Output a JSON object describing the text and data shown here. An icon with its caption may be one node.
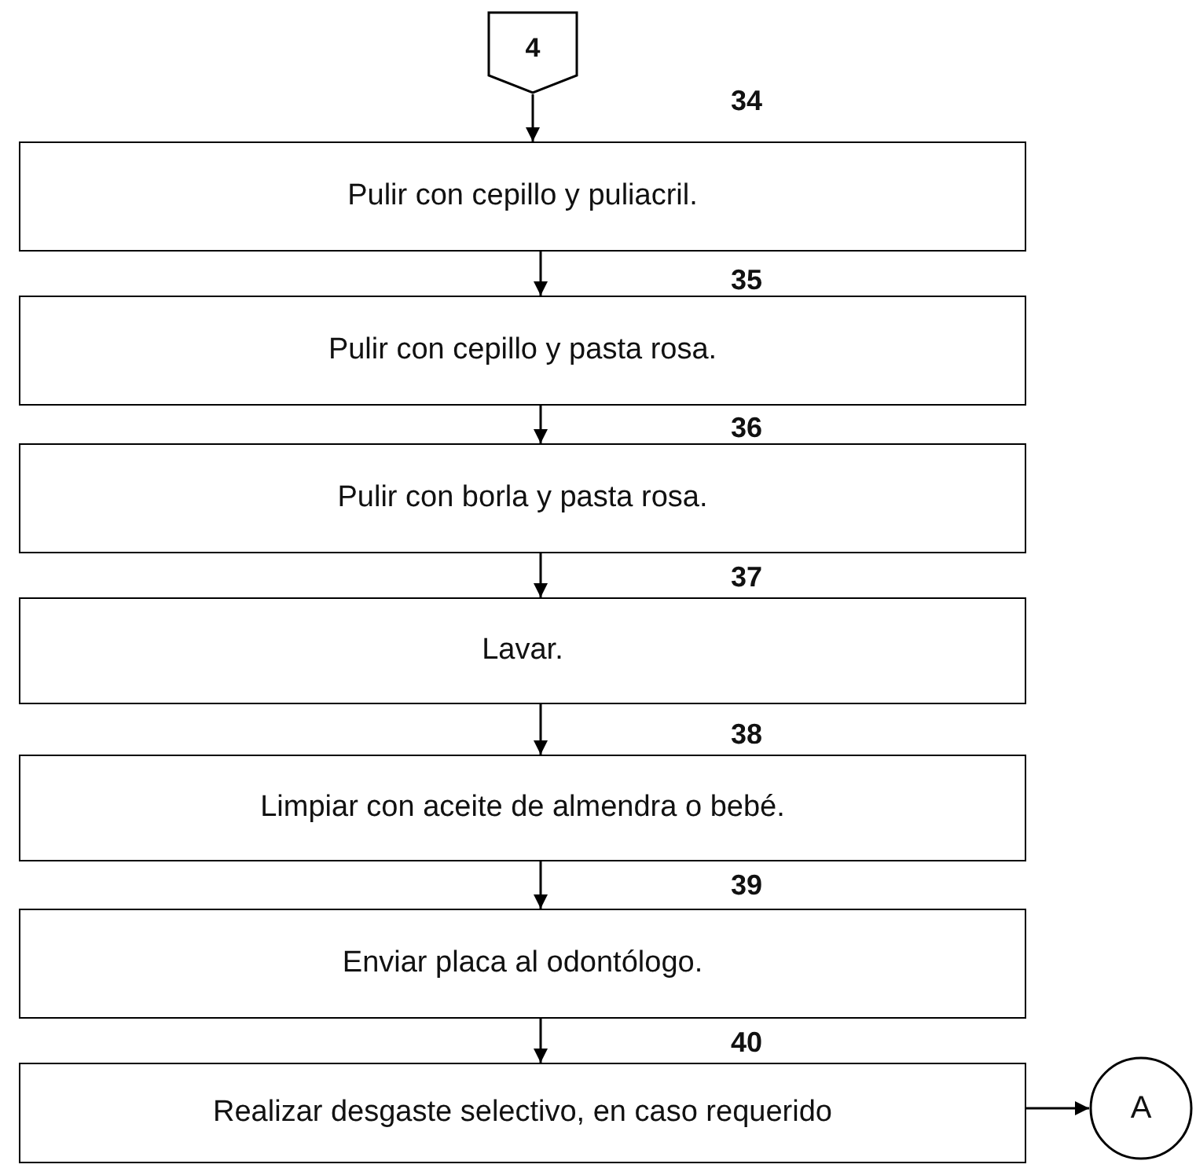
{
  "diagram": {
    "nodes": [
      {
        "text": [
          "4"
        ]
      },
      {
        "text": [
          "Pulir con cepillo y puliacril."
        ],
        "beside": [
          "34"
        ]
      },
      {
        "text": [
          "Pulir con cepillo y pasta rosa."
        ],
        "beside": [
          "35"
        ]
      },
      {
        "text": [
          "Pulir con borla y pasta rosa."
        ],
        "beside": [
          "36"
        ]
      },
      {
        "text": [
          "Lavar."
        ],
        "beside": [
          "37"
        ]
      },
      {
        "text": [
          "Limpiar con aceite de almendra o bebé."
        ],
        "beside": [
          "38"
        ]
      },
      {
        "text": [
          "Enviar placa al odontólogo."
        ],
        "beside": [
          "39"
        ]
      },
      {
        "text": [
          "Realizar desgaste selectivo, en caso requerido"
        ],
        "beside": [
          "40"
        ]
      },
      {
        "text": [
          "A"
        ]
      }
    ],
    "edges": [
      {
        "from": 0,
        "to": 1,
        "arrow": "to"
      },
      {
        "from": 1,
        "to": 2,
        "arrow": "to"
      },
      {
        "from": 2,
        "to": 3,
        "arrow": "to"
      },
      {
        "from": 3,
        "to": 4,
        "arrow": "to"
      },
      {
        "from": 4,
        "to": 5,
        "arrow": "to"
      },
      {
        "from": 5,
        "to": 6,
        "arrow": "to"
      },
      {
        "from": 6,
        "to": 7,
        "arrow": "to"
      },
      {
        "from": 7,
        "to": 8,
        "arrow": "to"
      }
    ]
  }
}
